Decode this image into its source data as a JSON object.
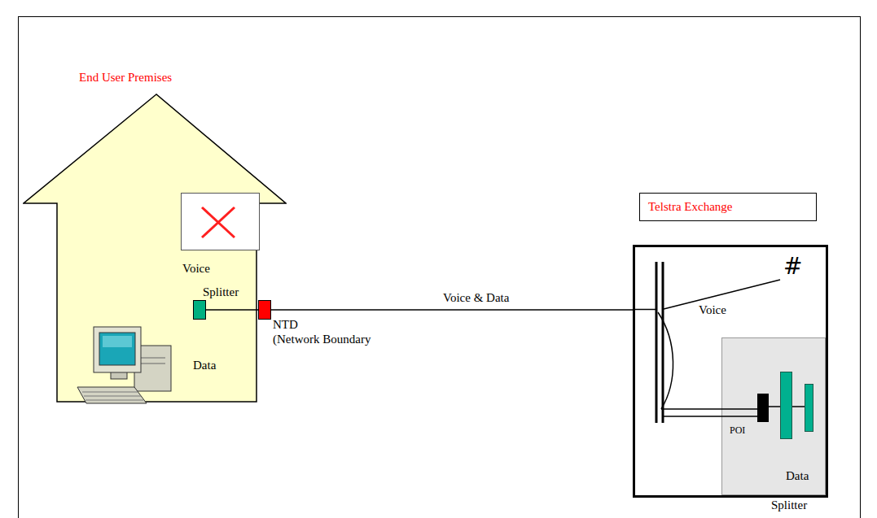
{
  "diagram": {
    "nodes": [
      {
        "text": [
          "End User Premises",
          "Voice",
          "Data"
        ]
      },
      {
        "text": [
          "Splitter"
        ],
        "in": 0
      },
      {
        "text": [
          "NTD",
          "(Network Boundary"
        ]
      },
      {
        "text": [
          "Telstra Exchange"
        ]
      },
      {
        "text": [
          "Voice"
        ]
      },
      {
        "text": [
          "Data",
          "Splitter"
        ],
        "in": 4
      },
      {
        "text": [
          "POI"
        ],
        "in": 5
      }
    ],
    "edges": [
      {
        "from": 1,
        "to": 2,
        "arrow": "none"
      },
      {
        "from": 2,
        "to": 4,
        "label": "Voice & Data",
        "arrow": "none"
      }
    ],
    "labels": [
      "#"
    ]
  }
}
